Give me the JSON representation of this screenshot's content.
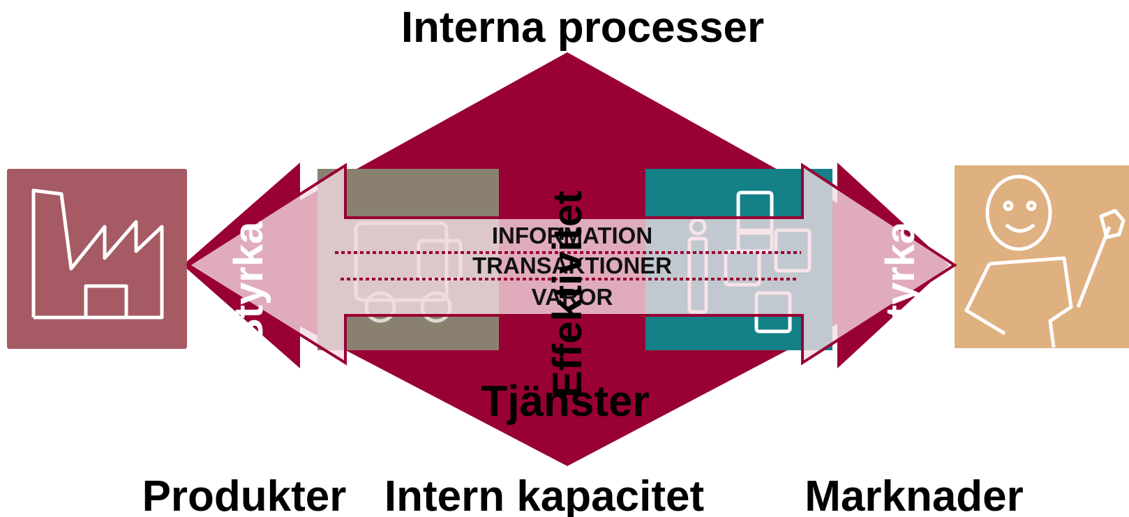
{
  "labels": {
    "top": "Interna processer",
    "center_vertical": "Effektivitet",
    "left_vertical": "Styrka",
    "right_vertical": "Styrka",
    "services": "Tjänster",
    "bottom_left": "Produkter",
    "bottom_center": "Intern kapacitet",
    "bottom_right": "Marknader"
  },
  "flows": [
    "INFORMATION",
    "TRANSAKTIONER",
    "VAROR"
  ],
  "colors": {
    "diamond": "#990033",
    "factory_box": "#A65A64",
    "truck_box": "#8A8070",
    "people_box": "#148088",
    "person_box": "#DFB080",
    "arrow_fill": "#F3DCE3",
    "dotted": "#990033"
  },
  "icons": {
    "left": "factory-icon",
    "truck": "truck-icon",
    "boxes": "person-boxes-icon",
    "right": "worker-wrench-icon"
  }
}
